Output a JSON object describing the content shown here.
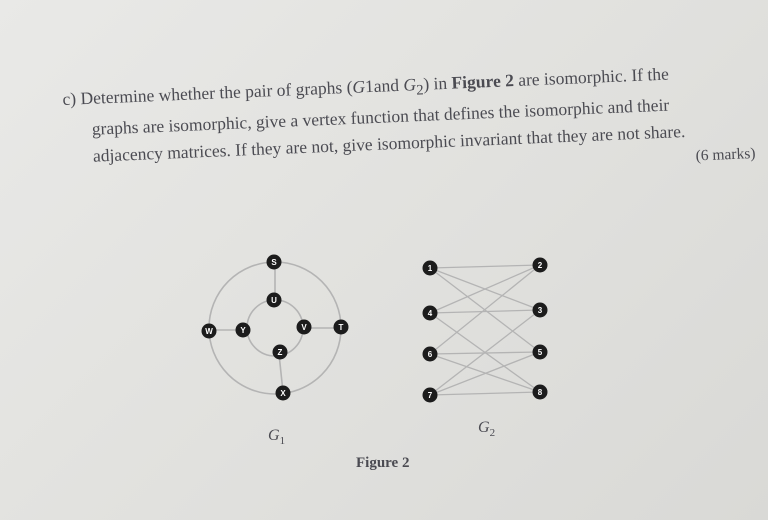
{
  "question": {
    "prefix": "c)",
    "line1_a": "Determine whether the pair of graphs (",
    "line1_g1": "G",
    "line1_and": "1and ",
    "line1_g2": "G",
    "line1_sub2": "2",
    "line1_b": ") in ",
    "line1_figure": "Figure 2",
    "line1_c": " are isomorphic. If the",
    "line2": "graphs are isomorphic, give a vertex function that defines the isomorphic and their",
    "line3": "adjacency matrices. If they are not, give isomorphic invariant that they are not share.",
    "marks": "(6 marks)"
  },
  "graph1": {
    "label": "G",
    "label_sub": "1",
    "nodes": {
      "S": "S",
      "U": "U",
      "W": "W",
      "Y": "Y",
      "V": "V",
      "T": "T",
      "Z": "Z",
      "X": "X"
    }
  },
  "graph2": {
    "label": "G",
    "label_sub": "2",
    "left_nodes": [
      "1",
      "4",
      "6",
      "7"
    ],
    "right_nodes": [
      "2",
      "3",
      "5",
      "8"
    ]
  },
  "figure_caption": "Figure 2",
  "colors": {
    "node_fill": "#1c1c1c",
    "edge": "#b4b4b4",
    "text": "#4b4b52"
  }
}
